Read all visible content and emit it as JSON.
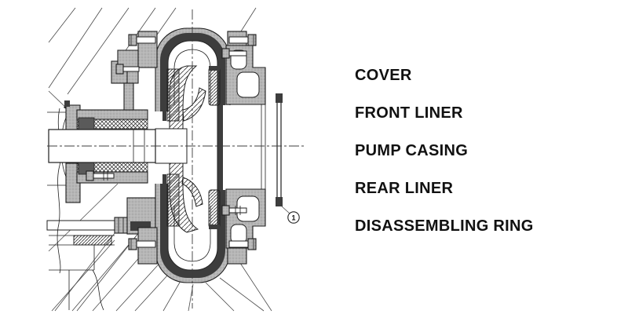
{
  "parts_list": {
    "items": [
      {
        "label": "COVER"
      },
      {
        "label": "FRONT LINER"
      },
      {
        "label": "PUMP CASING"
      },
      {
        "label": "REAR LINER"
      },
      {
        "label": "DISASSEMBLING RING"
      }
    ]
  },
  "drawing": {
    "balloon_label": "1"
  },
  "colors": {
    "line": "#1f1f1f",
    "metal_dark": "#3d3d3d",
    "metal_gray": "#b6b6b6",
    "paper": "#ffffff",
    "text": "#111111"
  }
}
